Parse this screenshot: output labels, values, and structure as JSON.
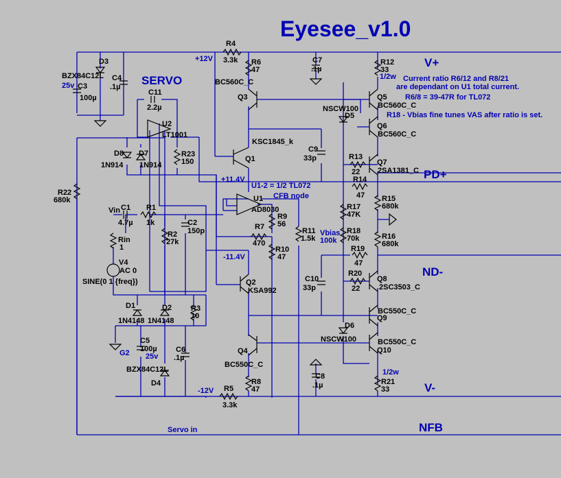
{
  "title": "Eyesee_v1.0",
  "section_servo": "SERVO",
  "rails": {
    "pos12": "+12V",
    "neg12": "-12V",
    "pos11": "+11.4V",
    "neg11": "-11.4V",
    "vplus": "V+",
    "vminus": "V-",
    "pdplus": "PD+",
    "ndminus": "ND-",
    "nfb": "NFB",
    "g2": "G2",
    "vin": "Vin",
    "servo_in": "Servo in",
    "cfb": "CFB node"
  },
  "notes": {
    "ratio1": "Current ratio R6/12 and R8/21",
    "ratio2": "are dependant on U1 total current.",
    "ratio3": "R6/8 = 39-47R for TL072",
    "r18": "R18 - Vbias fine tunes VAS after ratio is set.",
    "u12": "U1-2 = 1/2 TL072",
    "vbias": "Vbias",
    "vbias_val": "100k",
    "half_w_top": "1/2w",
    "half_w_bot": "1/2w",
    "c3_v": "25v",
    "c5_v": "25v",
    "sine": "SINE(0 1 {freq})",
    "ac": "AC 0"
  },
  "parts": {
    "r4": "R4",
    "r4v": "3.3k",
    "r5": "R5",
    "r5v": "3.3k",
    "r6": "R6",
    "r6v": "47",
    "r7": "R7",
    "r7v": "470",
    "r8": "R8",
    "r8v": "47",
    "r9": "R9",
    "r9v": "56",
    "r10": "R10",
    "r10v": "47",
    "r11": "R11",
    "r11v": "1.5k",
    "r12": "R12",
    "r12v": "33",
    "r13": "R13",
    "r13v": "22",
    "r14": "R14",
    "r14v": "47",
    "r15": "R15",
    "r15v": "680k",
    "r16": "R16",
    "r16v": "680k",
    "r17": "R17",
    "r17v": "47K",
    "r18": "R18",
    "r18v": "70k",
    "r19": "R19",
    "r19v": "47",
    "r20": "R20",
    "r20v": "22",
    "r21": "R21",
    "r21v": "33",
    "r22": "R22",
    "r22v": "680k",
    "r23": "R23",
    "r23v": "150",
    "r1": "R1",
    "r1v": "1k",
    "r2": "R2",
    "r2v": "27k",
    "r3": "R3",
    "r3v": "10",
    "rin": "Rin",
    "rinv": "1",
    "c1": "C1",
    "c1v": "4.7µ",
    "c2": "C2",
    "c2v": "150p",
    "c3": "C3",
    "c3v": "100µ",
    "c4": "C4",
    "c4v": ".1µ",
    "c5": "C5",
    "c5v": "100µ",
    "c6": "C6",
    "c6v": ".1µ",
    "c7": "C7",
    "c7v": ".1µ",
    "c8": "C8",
    "c8v": ".1µ",
    "c9": "C9",
    "c9v": "33p",
    "c10": "C10",
    "c10v": "33p",
    "c11": "C11",
    "c11v": "2.2µ",
    "d1": "D1",
    "d1v": "1N4148",
    "d2": "D2",
    "d2v": "1N4148",
    "d3": "D3",
    "d3v": "BZX84C12L",
    "d4": "D4",
    "d4v": "BZX84C12L",
    "d5": "D5",
    "d5v": "NSCW100",
    "d6": "D6",
    "d6v": "NSCW100",
    "d7": "D7",
    "d7v": "1N914",
    "d8": "D8",
    "d8v": "1N914",
    "q1": "Q1",
    "q1v": "KSC1845_k",
    "q2": "Q2",
    "q2v": "KSA992",
    "q3": "Q3",
    "q3v": "BC560C_C",
    "q4": "Q4",
    "q4v": "BC550C_C",
    "q5": "Q5",
    "q5v": "BC560C_C",
    "q6": "Q6",
    "q6v": "BC560C_C",
    "q7": "Q7",
    "q7v": "2SA1381_C",
    "q8": "Q8",
    "q8v": "2SC3503_C",
    "q9": "Q9",
    "q9v": "BC550C_C",
    "q10": "Q10",
    "q10v": "BC550C_C",
    "u1": "U1",
    "u1v": "AD8030",
    "u2": "U2",
    "u2v": "LT1001",
    "v4": "V4"
  }
}
